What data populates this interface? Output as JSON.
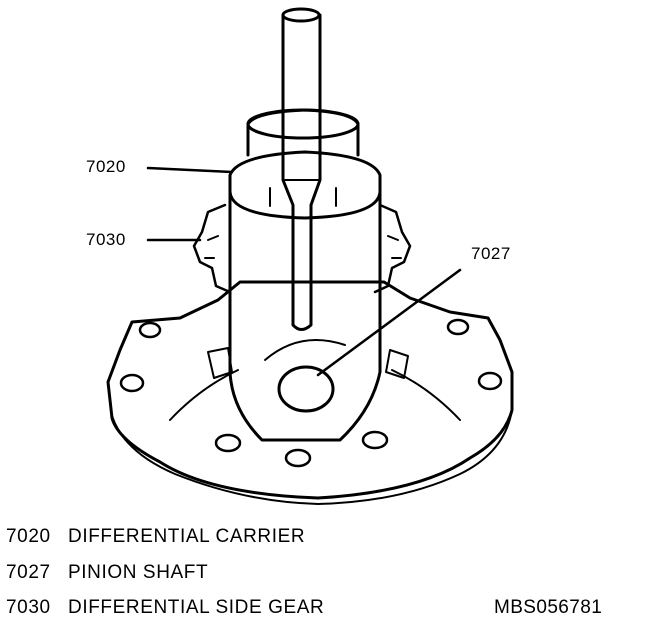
{
  "callouts": {
    "carrier": "7020",
    "side_gear": "7030",
    "pinion_shaft": "7027"
  },
  "legend": [
    {
      "number": "7020",
      "label": "DIFFERENTIAL CARRIER"
    },
    {
      "number": "7027",
      "label": "PINION SHAFT"
    },
    {
      "number": "7030",
      "label": "DIFFERENTIAL SIDE GEAR"
    }
  ],
  "figure_id": "MBS056781"
}
